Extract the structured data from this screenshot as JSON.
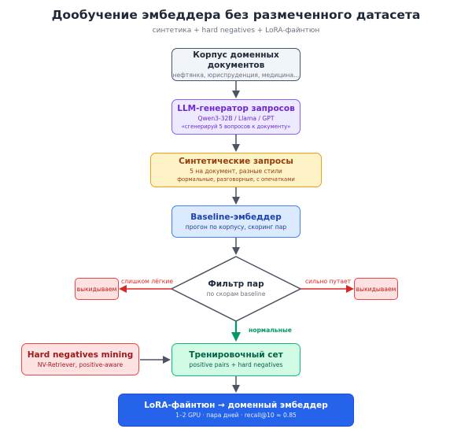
{
  "title": "Дообучение эмбеддера без размеченного датасета",
  "subtitle": "синтетика + hard negatives + LoRA-файнтюн",
  "nodes": {
    "corpus": {
      "title": "Корпус доменных документов",
      "sub": "нефтянка, юриспруденция, медицина..."
    },
    "llm": {
      "title": "LLM-генератор запросов",
      "sub": "Qwen3-32B / Llama / GPT",
      "sub2": "«сгенерируй 5 вопросов к документу»"
    },
    "synth": {
      "title": "Синтетические запросы",
      "sub": "5 на документ, разные стили",
      "sub2": "формальные, разговорные, с опечатками"
    },
    "baseline": {
      "title": "Baseline-эмбеддер",
      "sub": "прогон по корпусу, скоринг пар"
    },
    "filter": {
      "title": "Фильтр пар",
      "sub": "по скорам baseline"
    },
    "train": {
      "title": "Тренировочный сет",
      "sub": "positive pairs + hard negatives"
    },
    "hardneg": {
      "title": "Hard negatives mining",
      "sub": "NV-Retriever, positive-aware"
    },
    "lora": {
      "title": "LoRA-файнтюн → доменный эмбеддер",
      "sub": "1–2 GPU · пара дней · recall@10 ≈ 0.85"
    },
    "discard_left": {
      "title": "выкидываем"
    },
    "discard_right": {
      "title": "выкидываем"
    }
  },
  "edge_labels": {
    "too_easy": "слишком лёгкие",
    "too_confusing": "сильно путает",
    "normal": "нормальные"
  },
  "colors": {
    "arrow": "#4b5563",
    "discard_arrow": "#dc2626",
    "normal_arrow": "#059669"
  }
}
